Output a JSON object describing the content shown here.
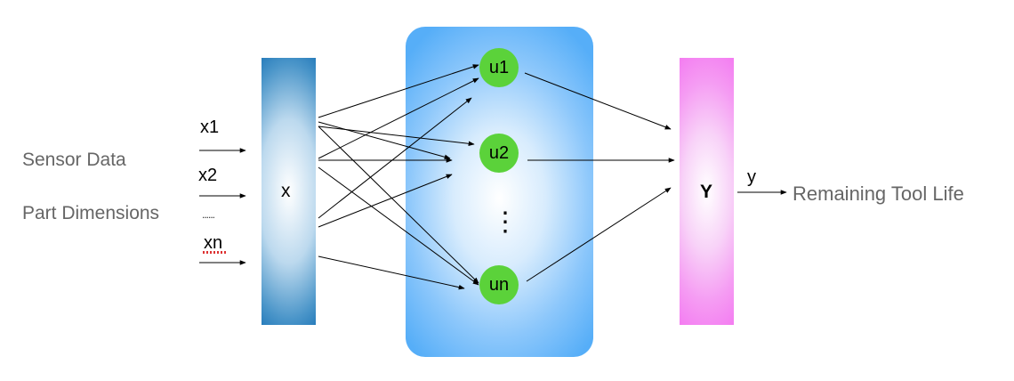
{
  "inputs_side": {
    "sensor_label": "Sensor Data",
    "part_label": "Part Dimensions"
  },
  "inputs": {
    "x1": "x1",
    "x2": "x2",
    "dots": "......",
    "xn": "xn"
  },
  "input_layer": {
    "label": "x"
  },
  "hidden_layer": {
    "nodes": [
      "u1",
      "u2",
      "un"
    ],
    "ellipsis": "⋮"
  },
  "output_layer": {
    "label": "Y"
  },
  "output": {
    "y_label": "y",
    "result_label": "Remaining Tool Life"
  },
  "colors": {
    "input_block": "#1670b4",
    "hidden_block": "#56aef8",
    "output_block": "#f47ef1",
    "node_fill": "#5bd23a",
    "side_text": "#666666"
  }
}
